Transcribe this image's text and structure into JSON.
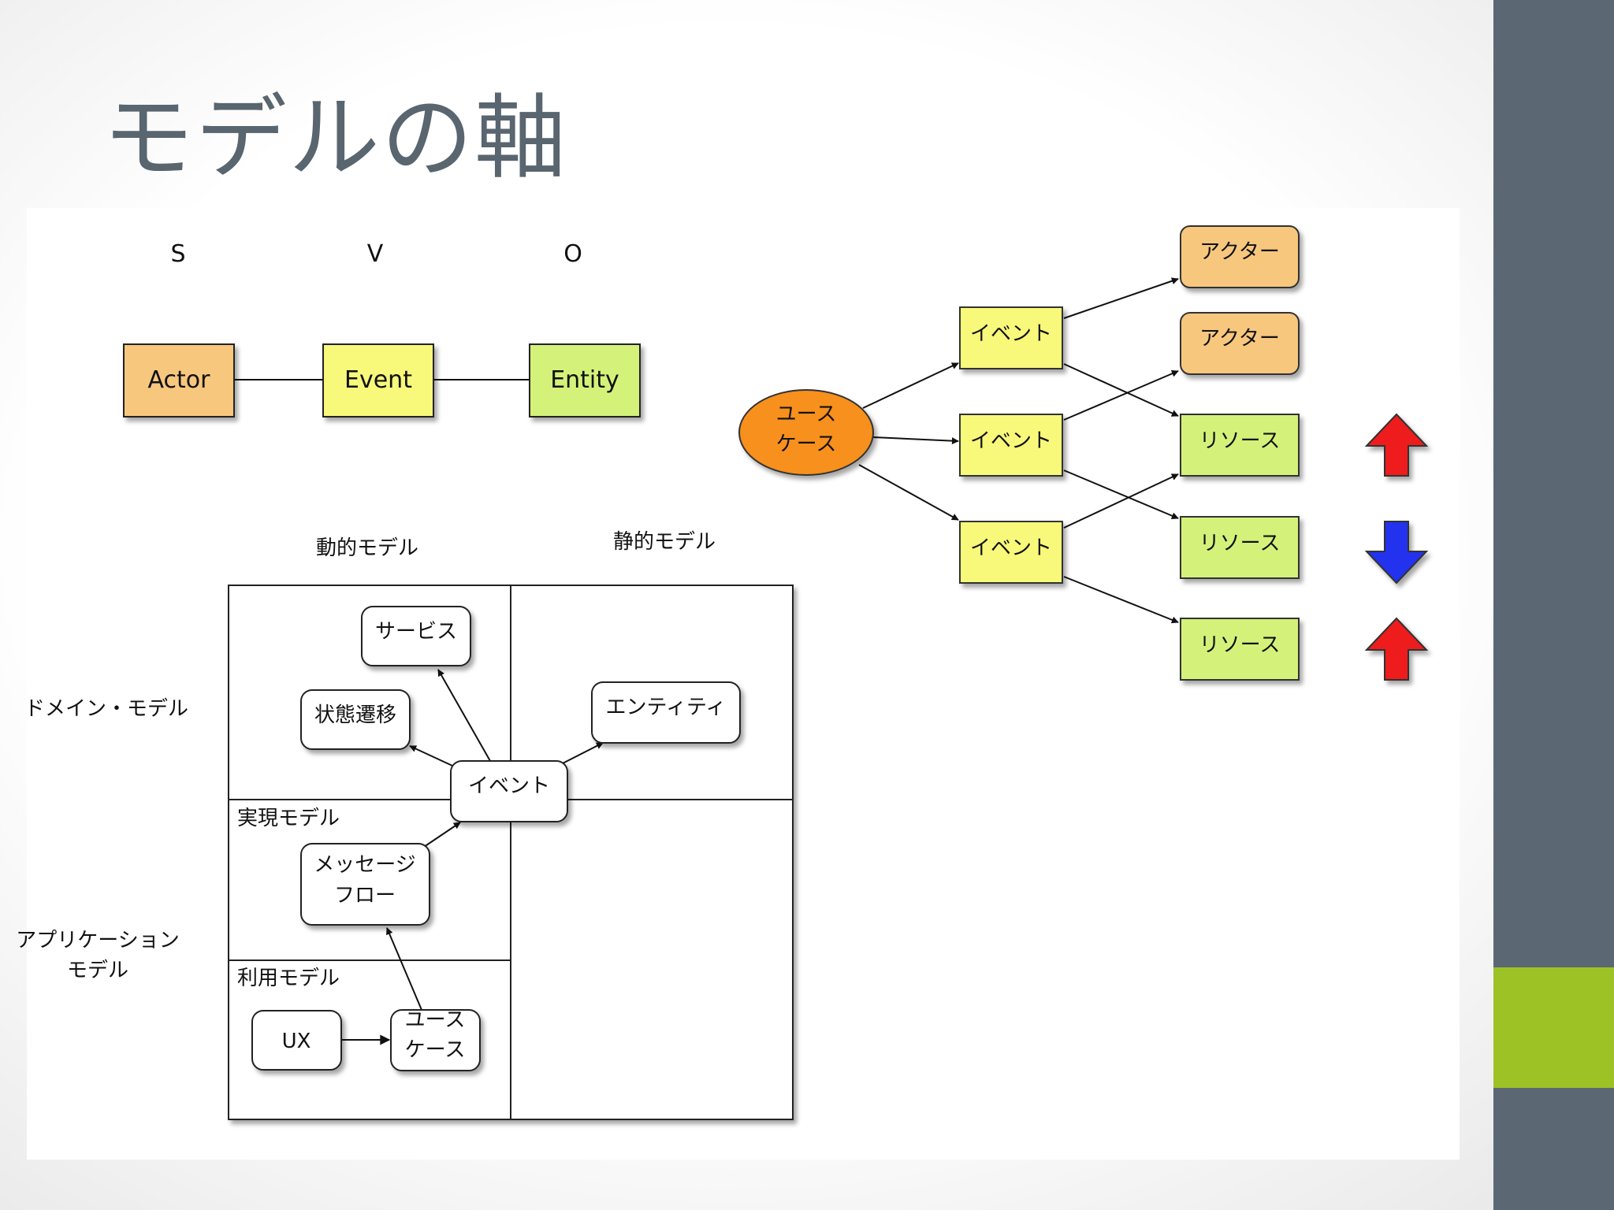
{
  "slide": {
    "title": "モデルの軸",
    "colors": {
      "sidebar": "#5b6874",
      "sidebar_accent": "#9dc226",
      "title": "#59656f",
      "actor": "#f7c77d",
      "event": "#f8f87a",
      "entity": "#d4f27a",
      "use_case": "#f7901e",
      "arrow_up": "#ee1c1c",
      "arrow_down": "#2233ee"
    }
  },
  "svo": {
    "letters": [
      "S",
      "V",
      "O"
    ],
    "boxes": [
      "Actor",
      "Event",
      "Entity"
    ]
  },
  "flow": {
    "use_case": [
      "ユース",
      "ケース"
    ],
    "events": [
      "イベント",
      "イベント",
      "イベント"
    ],
    "actors": [
      "アクター",
      "アクター"
    ],
    "resources": [
      "リソース",
      "リソース",
      "リソース"
    ],
    "indicators": [
      "arrow-up-icon",
      "arrow-down-icon",
      "arrow-up-icon"
    ]
  },
  "matrix": {
    "col_headers": [
      "動的モデル",
      "静的モデル"
    ],
    "row_headers": {
      "domain": "ドメイン・モデル",
      "application": [
        "アプリケーション",
        "モデル"
      ]
    },
    "cell_labels": {
      "realization": "実現モデル",
      "usage": "利用モデル"
    },
    "nodes": {
      "service": "サービス",
      "state": "状態遷移",
      "entity": "エンティティ",
      "event": "イベント",
      "message": [
        "メッセージ",
        "フロー"
      ],
      "ux": "UX",
      "use_case": [
        "ユース",
        "ケース"
      ]
    }
  }
}
